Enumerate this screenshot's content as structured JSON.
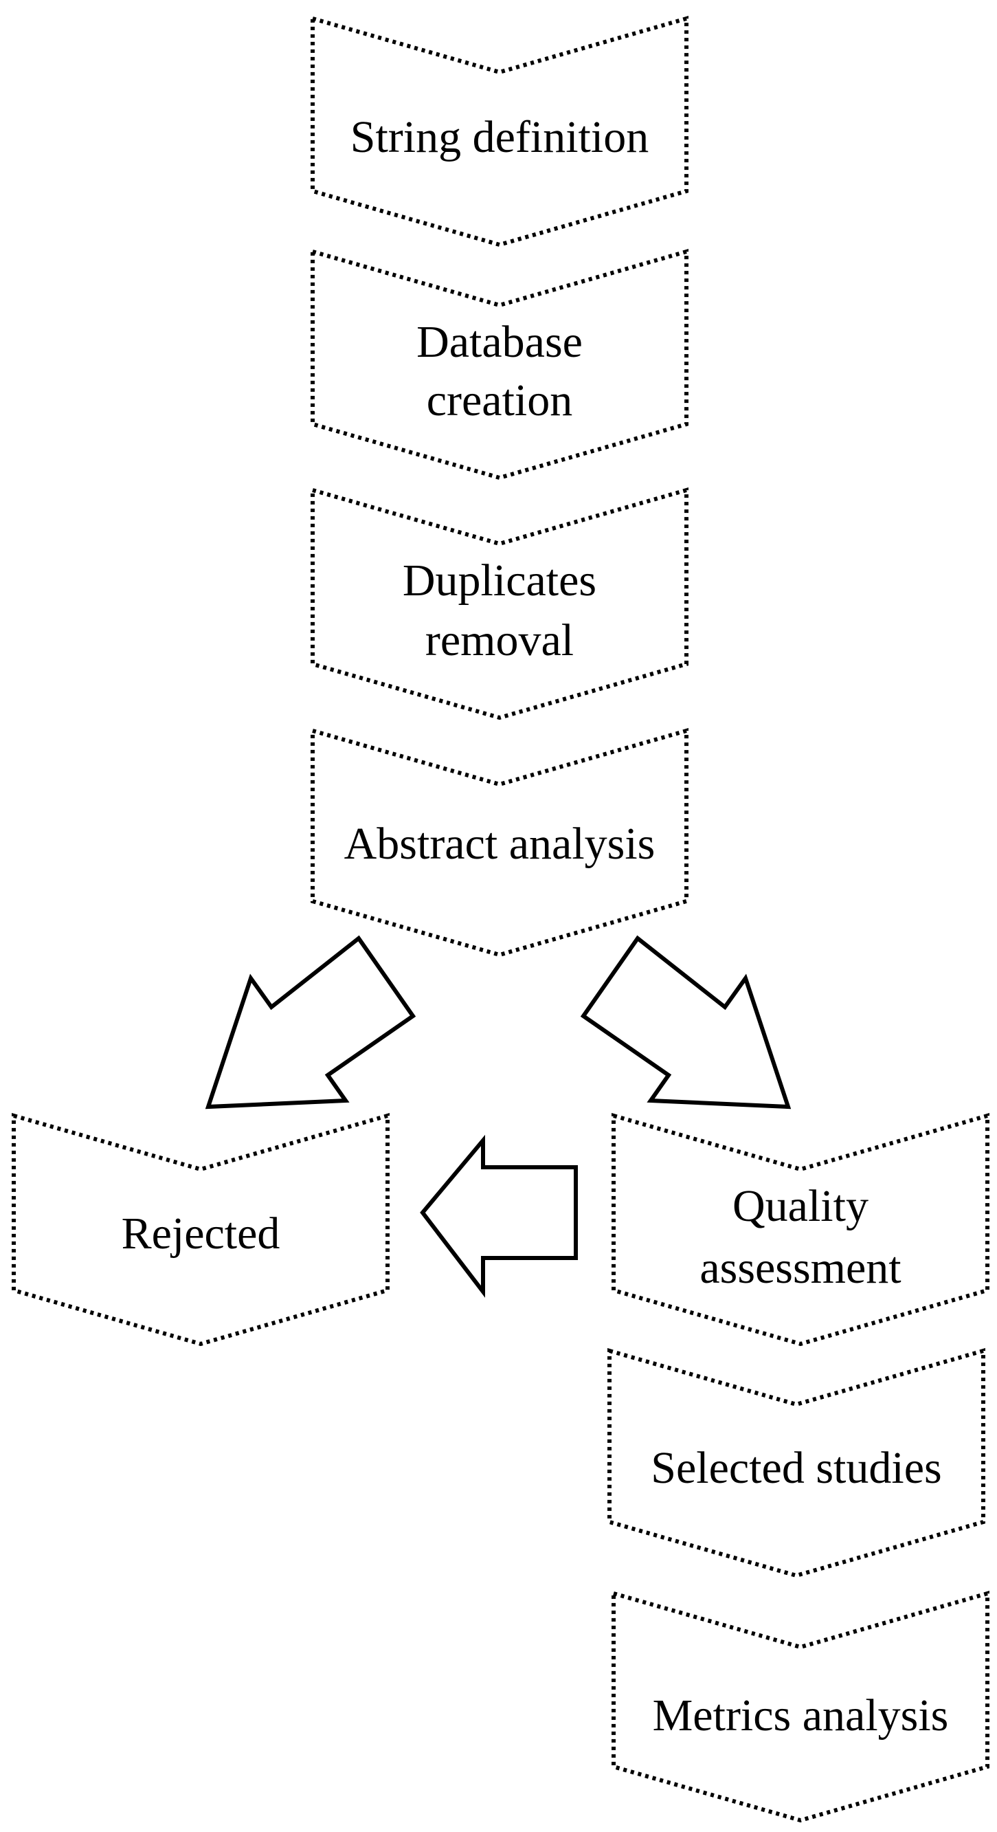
{
  "steps": {
    "string_definition": [
      "String definition"
    ],
    "database_creation": [
      "Database",
      "creation"
    ],
    "duplicates_removal": [
      "Duplicates",
      "removal"
    ],
    "abstract_analysis": [
      "Abstract analysis"
    ],
    "rejected": [
      "Rejected"
    ],
    "quality_assessment": [
      "Quality",
      "assessment"
    ],
    "selected_studies": [
      "Selected studies"
    ],
    "metrics_analysis": [
      "Metrics analysis"
    ]
  },
  "colors": {
    "stroke": "#000000",
    "fill": "#ffffff"
  },
  "icons": {
    "branch_left": "block-arrow-down-left-icon",
    "branch_right": "block-arrow-down-right-icon",
    "to_rejected": "block-arrow-left-icon"
  }
}
